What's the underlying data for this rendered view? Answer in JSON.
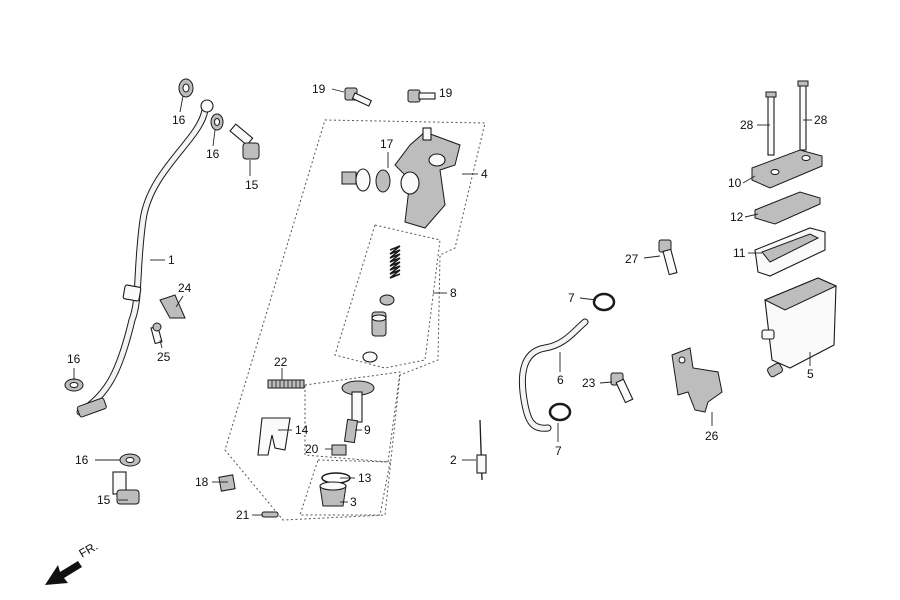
{
  "labels": {
    "p1": "1",
    "p2": "2",
    "p3": "3",
    "p4": "4",
    "p5": "5",
    "p6": "6",
    "p7a": "7",
    "p7b": "7",
    "p8": "8",
    "p9": "9",
    "p10": "10",
    "p11": "11",
    "p12": "12",
    "p13": "13",
    "p14": "14",
    "p15a": "15",
    "p15b": "15",
    "p16a": "16",
    "p16b": "16",
    "p16c": "16",
    "p16d": "16",
    "p17": "17",
    "p18": "18",
    "p19a": "19",
    "p19b": "19",
    "p20": "20",
    "p21": "21",
    "p22": "22",
    "p23": "23",
    "p24": "24",
    "p25": "25",
    "p26": "26",
    "p27": "27",
    "p28a": "28",
    "p28b": "28"
  },
  "front_marker": "FR."
}
